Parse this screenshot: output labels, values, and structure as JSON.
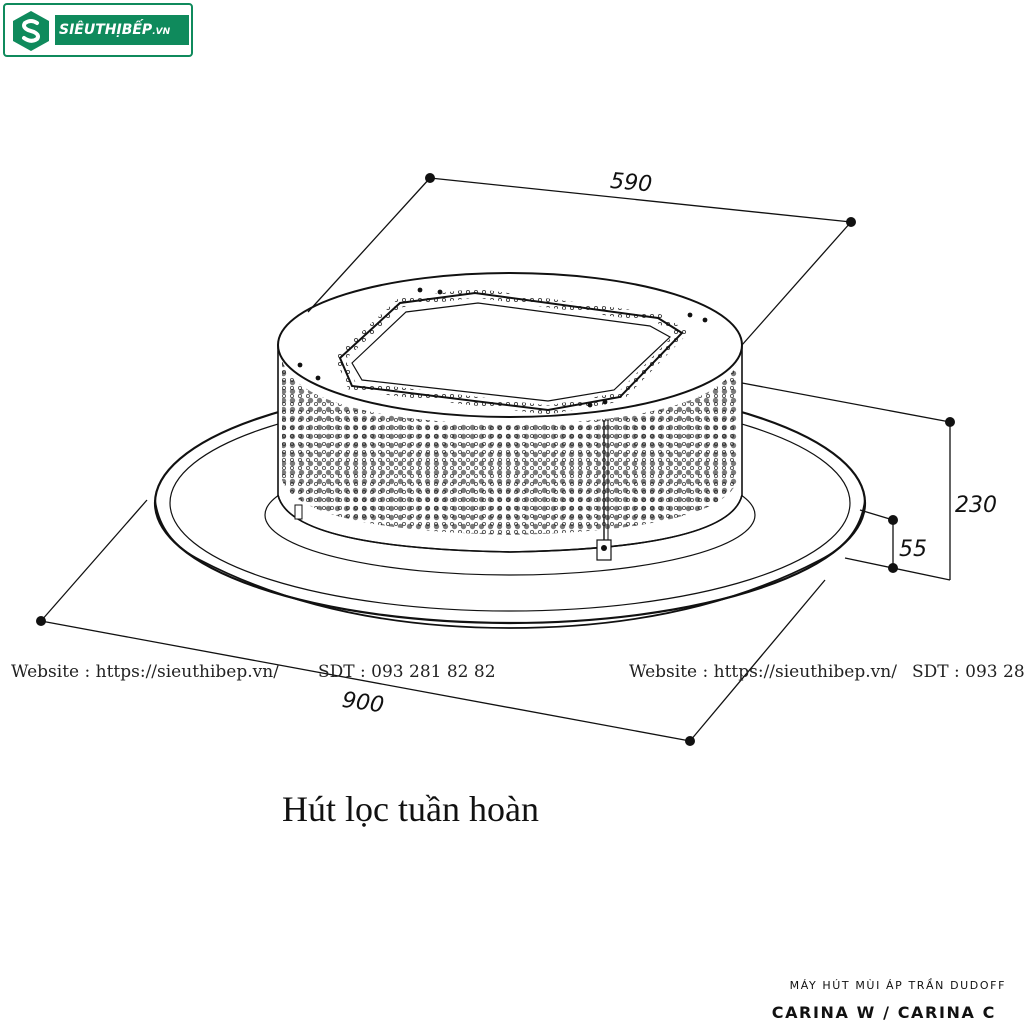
{
  "logo": {
    "name": "SIÊUTHỊBẾP",
    "suffix": ".VN",
    "brand_color": "#0f8a5c",
    "icon": "s-logo-icon"
  },
  "dimensions": {
    "width_top": "590",
    "diameter": "900",
    "height_total": "230",
    "height_base": "55"
  },
  "watermarks": [
    {
      "website": "Website : https://sieuthibep.vn/",
      "phone": "SDT : 093 281 82 82"
    },
    {
      "website": "Website : https://sieuthibep.vn/",
      "phone": "SDT : 093 28"
    }
  ],
  "caption": "Hút lọc tuần hoàn",
  "product": {
    "line": "MÁY HÚT MÙI ÁP TRẦN DUDOFF",
    "model": "CARINA W / CARINA C"
  }
}
